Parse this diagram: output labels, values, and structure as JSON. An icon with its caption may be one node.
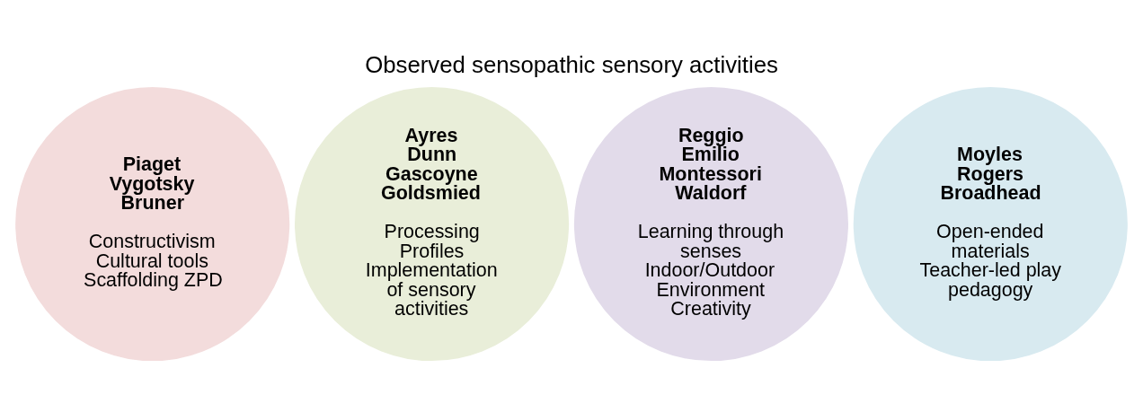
{
  "diagram": {
    "title": "Observed sensopathic sensory activities",
    "nodes": [
      {
        "text": [
          "Piaget Vygotsky Bruner",
          "Constructivism Cultural tools Scaffolding ZPD"
        ]
      },
      {
        "text": [
          "Ayres Dunn Gascoyne Goldsmied",
          "Processing Profiles Implementation of sensory activities"
        ]
      },
      {
        "text": [
          "Reggio Emilio Montessori Waldorf",
          "Learning through senses Indoor/Outdoor Environment Creativity"
        ]
      },
      {
        "text": [
          "Moyles Rogers Broadhead",
          "Open-ended materials Teacher-led play pedagogy"
        ]
      }
    ],
    "edges": []
  }
}
